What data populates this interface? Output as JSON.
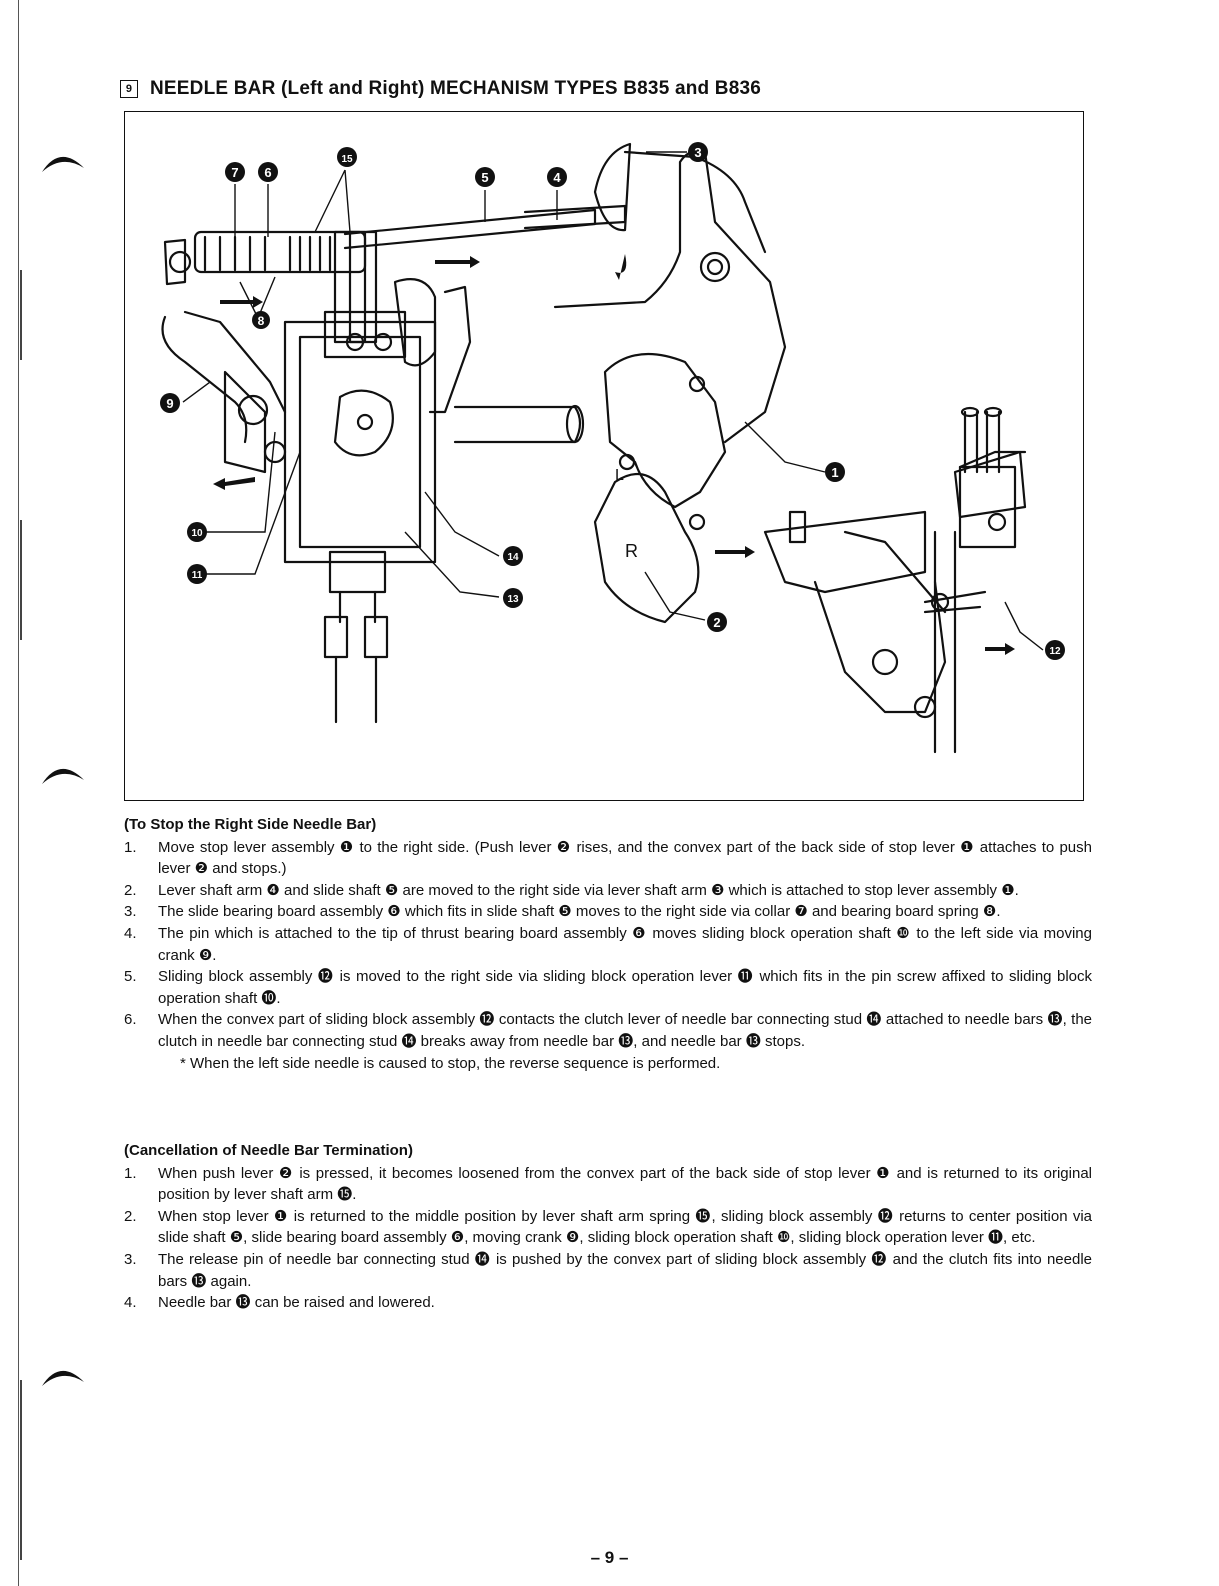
{
  "section_number": "9",
  "heading": "NEEDLE BAR (Left and Right) MECHANISM TYPES B835 and B836",
  "figure": {
    "callouts": [
      "1",
      "2",
      "3",
      "4",
      "5",
      "6",
      "7",
      "8",
      "9",
      "10",
      "11",
      "12",
      "13",
      "14",
      "15"
    ],
    "labels": [
      "L",
      "R"
    ]
  },
  "stop_section": {
    "title": "(To Stop the Right Side Needle Bar)",
    "items": [
      {
        "num": "1.",
        "text": "Move stop lever assembly ❶ to the right side. (Push lever ❷ rises, and the convex part of the back side of stop lever ❶ attaches to push lever ❷ and stops.)"
      },
      {
        "num": "2.",
        "text": "Lever shaft arm ❹ and slide shaft ❺ are moved to the right side via lever shaft arm ❸ which is attached to stop lever assembly ❶."
      },
      {
        "num": "3.",
        "text": "The slide bearing board assembly ❻ which fits in slide shaft ❺ moves to the right side via collar ❼ and bearing board spring ❽."
      },
      {
        "num": "4.",
        "text": "The pin which is attached to the tip of thrust bearing board assembly ❻ moves sliding block operation shaft ❿ to the left side via moving crank ❾."
      },
      {
        "num": "5.",
        "text": "Sliding block assembly ⓬ is moved to the right side via sliding block operation lever ⓫ which fits in the pin screw affixed to sliding block operation shaft ❿."
      },
      {
        "num": "6.",
        "text": "When the convex part of sliding block assembly ⓬ contacts the clutch lever of needle bar connecting stud ⓮ attached to needle bars ⓭, the clutch in needle bar connecting stud ⓮ breaks away from needle bar ⓭, and needle bar ⓭ stops."
      }
    ],
    "note": "* When the left side needle is caused to stop, the reverse sequence is performed."
  },
  "cancel_section": {
    "title": "(Cancellation of Needle Bar Termination)",
    "items": [
      {
        "num": "1.",
        "text": "When push lever ❷ is pressed, it becomes loosened from the convex part of the back side of stop lever ❶ and is returned to its original position by lever shaft arm ⓯."
      },
      {
        "num": "2.",
        "text": "When stop lever ❶ is returned to the middle position by lever shaft arm spring ⓯, sliding block assembly ⓬ returns to center position via slide shaft ❺, slide bearing board assembly ❻, moving crank ❾, sliding block operation shaft ❿, sliding block operation lever ⓫, etc."
      },
      {
        "num": "3.",
        "text": "The release pin of needle bar connecting stud ⓮ is pushed by the convex part of sliding block assembly ⓬ and the clutch fits into needle bars ⓭ again."
      },
      {
        "num": "4.",
        "text": "Needle bar ⓭ can be raised and lowered."
      }
    ]
  },
  "page_number": "– 9 –"
}
